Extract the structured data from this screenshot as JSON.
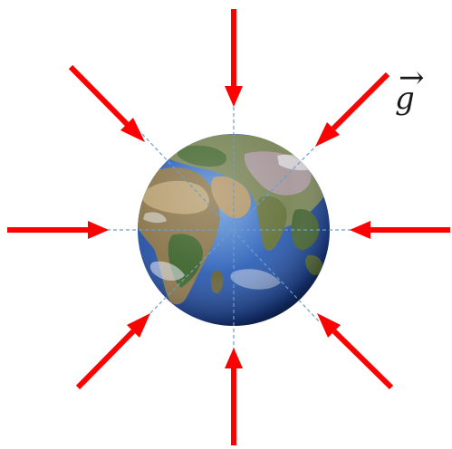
{
  "diagram": {
    "label": "g",
    "label_vector_arrow": "→",
    "arrow_color": "#ff0000",
    "guide_color": "#6a9fce",
    "subject": "earth-globe",
    "arrow_directions_deg": [
      0,
      45,
      90,
      135,
      180,
      225,
      270,
      315
    ]
  },
  "colors": {
    "ocean_light": "#5a8fd6",
    "ocean_dark": "#0f2a66",
    "land_desert": "#b6a07a",
    "land_green": "#3f6a33",
    "land_dark": "#2e4a2a",
    "cloud": "#e8eef7"
  }
}
